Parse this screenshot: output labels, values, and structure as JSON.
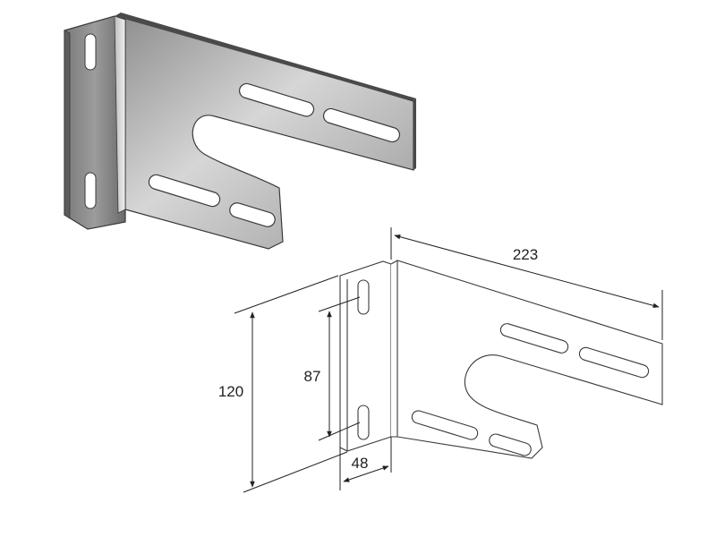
{
  "colors": {
    "background": "#ffffff",
    "metal_light": "#d4d4d4",
    "metal_mid": "#a9a9a9",
    "metal_dark": "#6e6e6e",
    "metal_edge": "#3a3a3a",
    "line_drawing": "#3a3a3a",
    "dimension": "#222222"
  },
  "dimensions": {
    "length": "223",
    "height": "120",
    "hole_spacing": "87",
    "flange_width": "48"
  }
}
